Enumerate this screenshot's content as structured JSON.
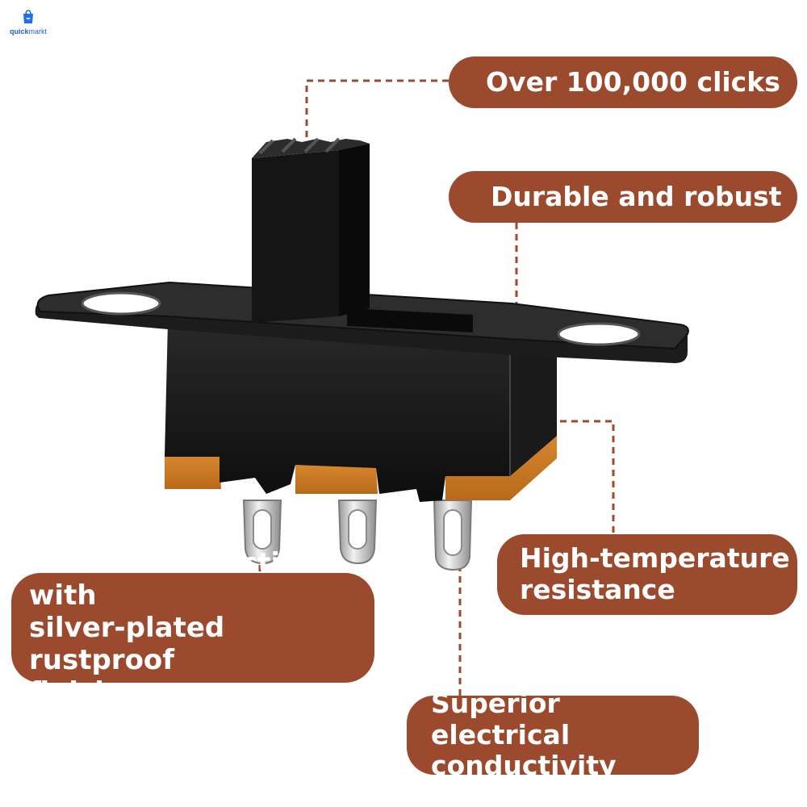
{
  "brand": {
    "name_bold": "quick",
    "name_rest": "markt",
    "color": "#1f5fd6"
  },
  "callout_color": "#9b4a2e",
  "features": {
    "clicks": "Over 100,000 clicks",
    "durable": "Durable and robust",
    "temperature": "High-temperature\nresistance",
    "brass": "Brass construction with\nsilver-plated rustproof\nfinish",
    "conductivity": "Superior electrical\nconductivity"
  }
}
